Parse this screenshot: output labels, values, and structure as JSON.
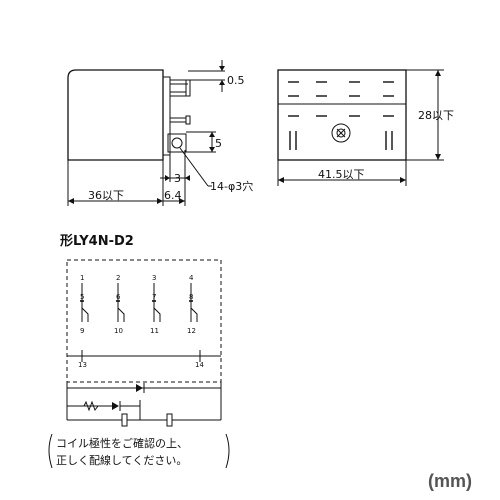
{
  "dims": {
    "width_41_5": "41.5以下",
    "height_28": "28以下",
    "depth_36": "36以下",
    "d_6_4": "6.4",
    "d_0_5": "0.5",
    "d_5": "5",
    "d_3": "3",
    "holes": "14-φ3穴"
  },
  "model_title": "形LY4N-D2",
  "terminals": [
    "1",
    "2",
    "3",
    "4",
    "5",
    "6",
    "7",
    "8",
    "9",
    "10",
    "11",
    "12",
    "13",
    "14"
  ],
  "note": {
    "line1": "コイル極性をご確認の上、",
    "line2": "正しく配線してください。"
  },
  "unit_label": "(mm)"
}
